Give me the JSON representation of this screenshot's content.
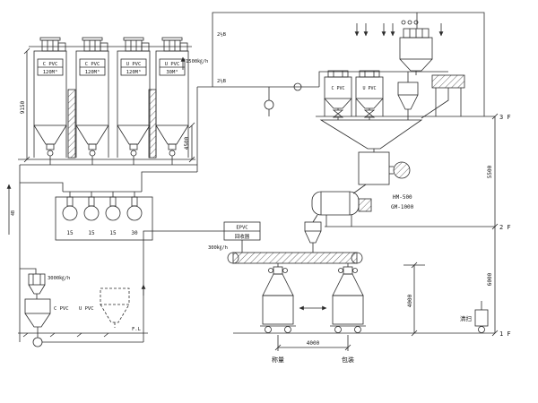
{
  "diagram": {
    "type": "plant-flow-schematic",
    "subject": "PVC pneumatic conveying, mixing and bagging plant",
    "silos": [
      {
        "name": "C PVC",
        "capacity": "120M³"
      },
      {
        "name": "C PVC",
        "capacity": "120M³"
      },
      {
        "name": "U PVC",
        "capacity": "120M³"
      },
      {
        "name": "U PVC",
        "capacity": "30M³"
      }
    ],
    "day_bins": [
      {
        "name": "C PVC"
      },
      {
        "name": "U PVC"
      }
    ],
    "blowers": {
      "ratings": [
        "15",
        "15",
        "15",
        "30"
      ]
    },
    "pipes": {
      "size_riser": "2½B",
      "size_header": "2½B",
      "size_vacuum": "4B",
      "rate_silo_line": "1500㎏/h",
      "rate_recovery_line": "3000㎏/h",
      "rate_conveyor_line": "300㎏/h"
    },
    "mixers": {
      "hot_mixer": "HM-500",
      "cold_mixer": "GM-1000"
    },
    "recycler": {
      "line1": "EPVC",
      "line2": "回收器"
    },
    "recovery": {
      "left_unit": "C PVC",
      "right_unit": "U PVC",
      "floor_mark": "F.L"
    },
    "stations": {
      "left": "称量",
      "right": "包装"
    },
    "floors": {
      "f3": "3 F",
      "f2": "2 F",
      "f1": "1 F"
    },
    "dimensions": {
      "silo_row_height": "9150",
      "silo_cone_height": "4500",
      "f3_to_f2": "5500",
      "f2_to_f1": "6000",
      "station_span": "4000",
      "station_height": "4000"
    },
    "misc": {
      "cleaning": "清扫"
    }
  }
}
